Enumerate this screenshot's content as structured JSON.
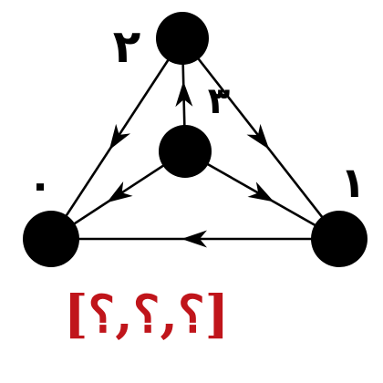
{
  "diagram": {
    "nodes": [
      {
        "id": "top",
        "label": "٢"
      },
      {
        "id": "center",
        "label": "٣"
      },
      {
        "id": "left",
        "label": "٠"
      },
      {
        "id": "right",
        "label": "١"
      }
    ],
    "edges": [
      {
        "from": "top",
        "to": "left"
      },
      {
        "from": "top",
        "to": "right"
      },
      {
        "from": "center",
        "to": "top"
      },
      {
        "from": "center",
        "to": "left"
      },
      {
        "from": "center",
        "to": "right"
      },
      {
        "from": "right",
        "to": "left"
      }
    ],
    "triple_label": "[؟,؟,؟]",
    "colors": {
      "ink": "#000000",
      "accent": "#c0151b"
    }
  }
}
